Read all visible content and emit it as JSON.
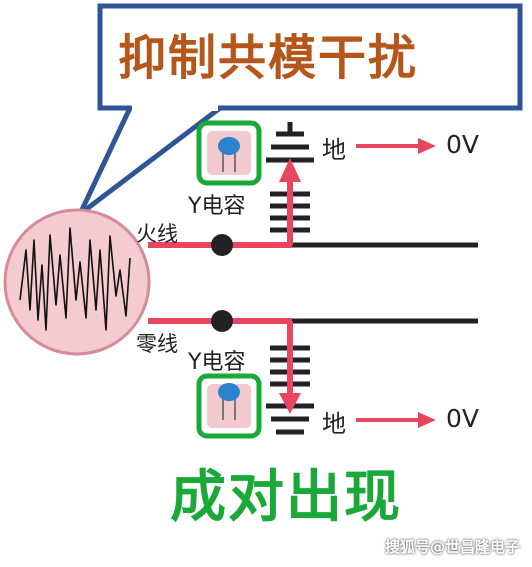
{
  "title": "抑制共模干扰",
  "bottom_caption": "成对出现",
  "labels": {
    "live_wire": "火线",
    "neutral_wire": "零线",
    "y_cap_top": "Y电容",
    "y_cap_bottom": "Y电容",
    "ground_top": "地",
    "ground_bottom": "地",
    "voltage_top": "0V",
    "voltage_bottom": "0V"
  },
  "watermark": "搜狐号@世昌隆电子",
  "colors": {
    "callout_border": "#2f5597",
    "title_text": "#b5561a",
    "wire": "#222222",
    "current_path": "#e8455f",
    "noise_circle_fill": "#f4cbd1",
    "capacitor_frame": "#1aa838",
    "caption": "#1aa838"
  },
  "icons": {
    "capacitor": "ceramic-capacitor-icon",
    "ground": "ground-symbol-icon",
    "noise": "noise-waveform-icon"
  }
}
